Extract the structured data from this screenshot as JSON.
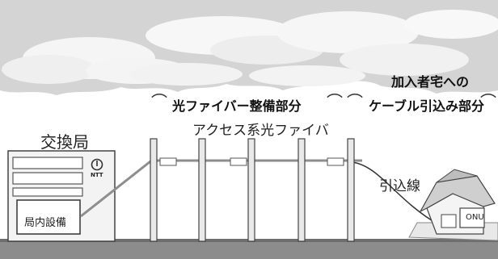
{
  "section_labels": {
    "optical_fiber_maintenance": "光ファイバー整備部分",
    "subscriber_line_1": "加入者宅への",
    "subscriber_line_2": "ケーブル引込み部分"
  },
  "component_labels": {
    "exchange": "交換局",
    "access_fiber": "アクセス系光ファイバ",
    "drop_line": "引込線",
    "office_equipment": "局内設備",
    "onu": "ONU",
    "ntt": "NTT"
  },
  "colors": {
    "sky_gray": "#d2d2d2",
    "cloud_white": "#fafafa",
    "ground": "#8c8c8c",
    "fiber_line": "#8e8e8e",
    "outline": "#333333"
  }
}
